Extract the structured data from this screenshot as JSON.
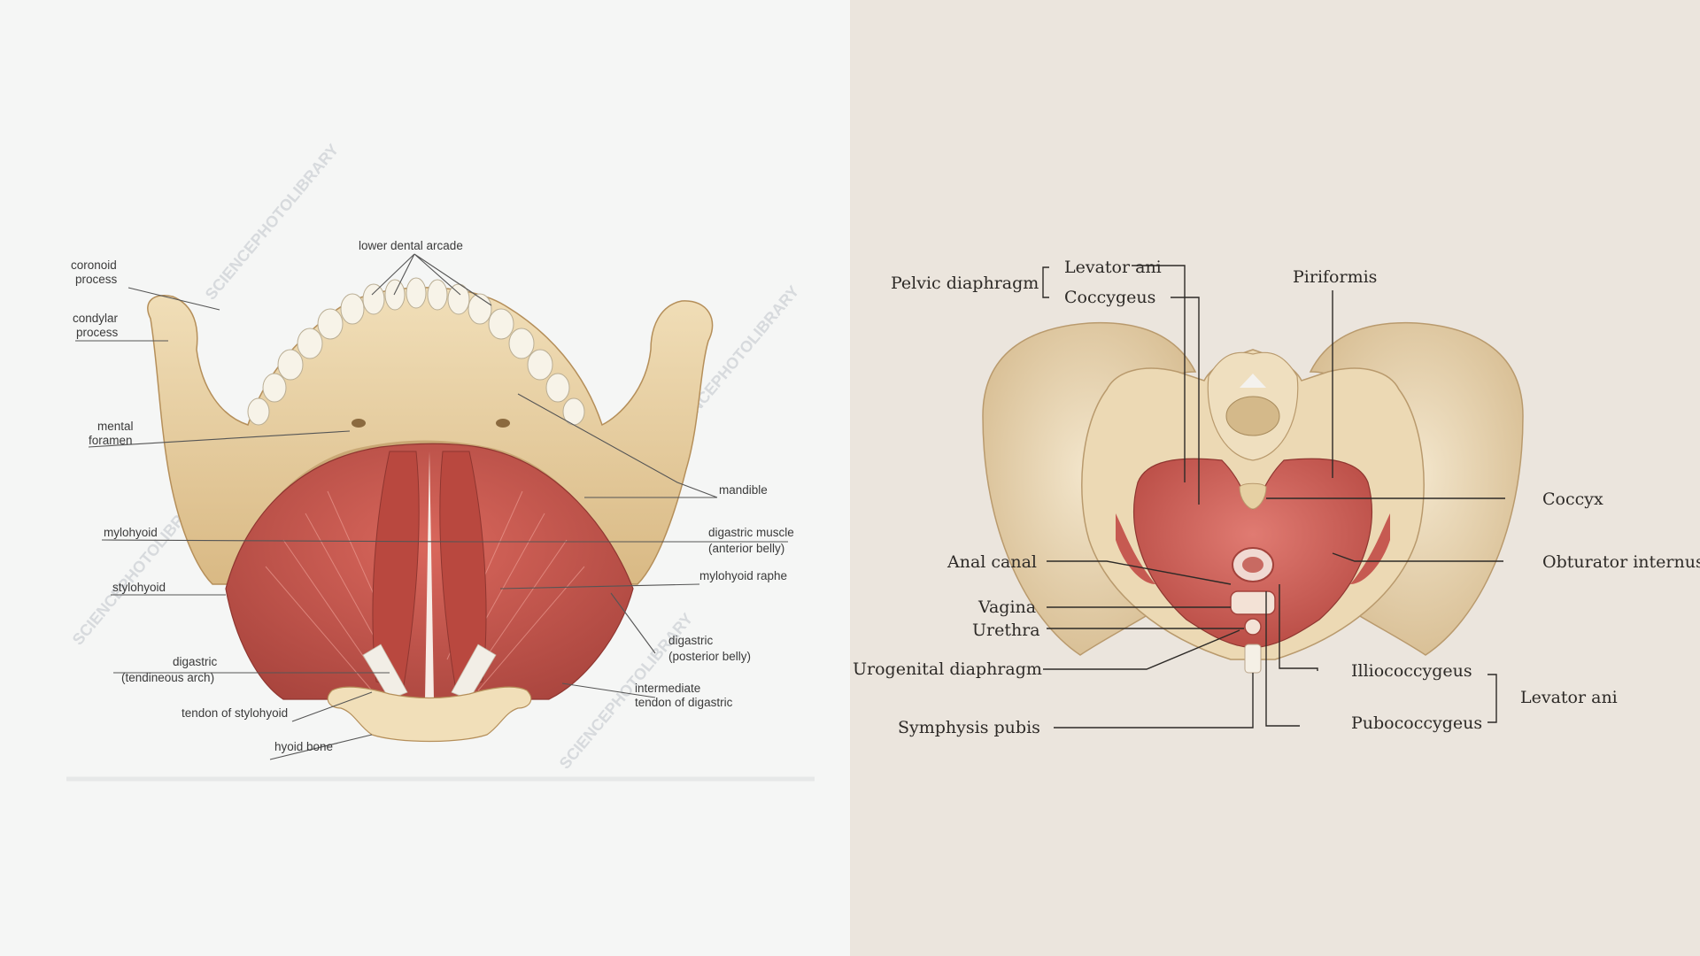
{
  "mandible_diagram": {
    "labels": {
      "coronoid_process_1": "coronoid",
      "coronoid_process_2": "process",
      "lower_dental_arcade": "lower dental arcade",
      "condylar_process_1": "condylar",
      "condylar_process_2": "process",
      "mental_foramen_1": "mental",
      "mental_foramen_2": "foramen",
      "mandible": "mandible",
      "mylohyoid": "mylohyoid",
      "digastric_anterior_1": "digastric muscle",
      "digastric_anterior_2": "(anterior belly)",
      "mylohyoid_raphe": "mylohyoid raphe",
      "stylohyoid": "stylohyoid",
      "digastric_posterior_1": "digastric",
      "digastric_posterior_2": "(posterior belly)",
      "digastric_arch_1": "digastric",
      "digastric_arch_2": "(tendineous arch)",
      "intermediate_tendon_1": "intermediate",
      "intermediate_tendon_2": "tendon of digastric",
      "tendon_stylohyoid": "tendon of stylohyoid",
      "hyoid_bone": "hyoid bone"
    },
    "watermark": "SCIENCEPHOTOLIBRARY"
  },
  "pelvic_diagram": {
    "labels": {
      "pelvic_diaphragm": "Pelvic diaphragm",
      "levator_ani_top": "Levator ani",
      "coccygeus": "Coccygeus",
      "piriformis": "Piriformis",
      "coccyx": "Coccyx",
      "anal_canal": "Anal canal",
      "obturator_internus": "Obturator internus",
      "vagina": "Vagina",
      "urethra": "Urethra",
      "urogenital_diaphragm": "Urogenital diaphragm",
      "illiococcygeus": "Illiococcygeus",
      "levator_ani_bottom": "Levator ani",
      "pubococcygeus": "Pubococcygeus",
      "symphysis_pubis": "Symphysis pubis"
    }
  },
  "colors": {
    "bone": "#e9d3a6",
    "bone_shadow": "#c9a875",
    "muscle": "#c8554c",
    "muscle_light": "#e08a80",
    "tendon": "#f2eee6",
    "left_bg": "#f5f6f5",
    "right_bg": "#ebe5dd"
  }
}
